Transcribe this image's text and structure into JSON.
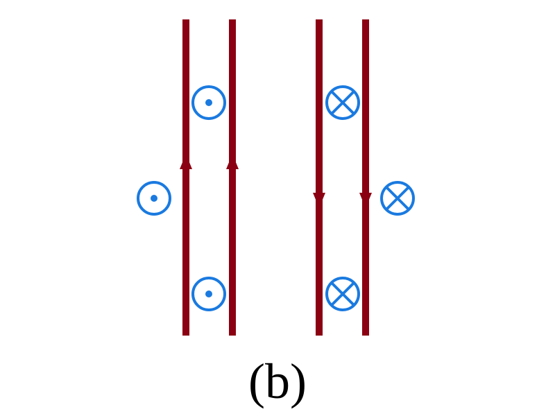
{
  "figure": {
    "caption": "(b)"
  },
  "colors": {
    "wire": "#8b0012",
    "field": "#1a7ae0",
    "background": "#ffffff",
    "caption_text": "#000000"
  },
  "wire_pairs": [
    {
      "name": "left-pair",
      "current_direction": "up",
      "field_symbol": "dot-out-of-page"
    },
    {
      "name": "right-pair",
      "current_direction": "down",
      "field_symbol": "cross-into-page"
    }
  ]
}
